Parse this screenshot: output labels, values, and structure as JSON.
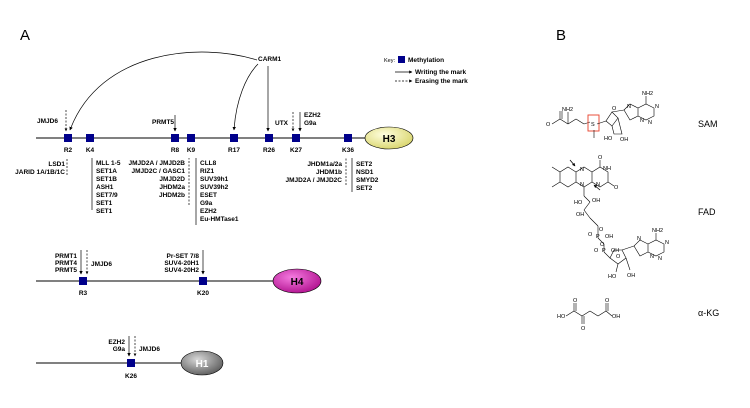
{
  "panel_a": "A",
  "panel_b": "B",
  "key": {
    "title": "Key:",
    "methylation": "Methylation",
    "writing": "Writing the mark",
    "erasing": "Erasing the mark",
    "methylation_color": "#00008b"
  },
  "carm1": "CARM1",
  "h3": {
    "name": "H3",
    "color": "#f0ee9a",
    "sites": [
      "R2",
      "K4",
      "R8",
      "K9",
      "R17",
      "R26",
      "K27",
      "K36"
    ],
    "above": {
      "jmjd6": "JMJD6",
      "prmt5": "PRMT5",
      "utx": "UTX",
      "ezh2": [
        "EZH2",
        "G9a"
      ]
    },
    "below": {
      "r2": [
        "LSD1",
        "JARID 1A/1B/1C"
      ],
      "k4": [
        "MLL 1-5",
        "SET1A",
        "SET1B",
        "ASH1",
        "SET7/9",
        "SET1",
        "SET1"
      ],
      "k9_erasers": [
        "JMJD2A / JMJD2B",
        "JMJD2C / GASC1",
        "JMJD2D",
        "JHDM2a",
        "JHDM2b"
      ],
      "k9_writers": [
        "CLL8",
        "RIZ1",
        "SUV39h1",
        "SUV39h2",
        "ESET",
        "G9a",
        "EZH2",
        "Eu-HMTase1"
      ],
      "k36_erasers": [
        "JHDM1a/2a",
        "JHDM1b",
        "JMJD2A / JMJD2C"
      ],
      "k36_writers": [
        "SET2",
        "NSD1",
        "SMYD2",
        "SET2"
      ]
    }
  },
  "h4": {
    "name": "H4",
    "color": "#d81fb0",
    "sites": [
      "R3",
      "K20"
    ],
    "r3_writers": [
      "PRMT1",
      "PRMT4",
      "PRMT5"
    ],
    "r3_eraser": "JMJD6",
    "k20_writers": [
      "Pr-SET 7/8",
      "SUV4-20H1",
      "SUV4-20H2"
    ]
  },
  "h1": {
    "name": "H1",
    "color": "#8a8a8a",
    "sites": [
      "K26"
    ],
    "writers": [
      "EZH2",
      "G9a"
    ],
    "eraser": "JMJD6"
  },
  "cofactors": {
    "sam": "SAM",
    "fad": "FAD",
    "akg": "α-KG",
    "sam_atoms": [
      "O",
      "NH2",
      "S",
      "O",
      "N",
      "N",
      "NH2",
      "N",
      "N",
      "HO",
      "OH"
    ],
    "fad_atoms": [
      "O",
      "N",
      "NH",
      "N",
      "N",
      "O",
      "HO",
      "OH",
      "OH",
      "O",
      "P",
      "O",
      "OH",
      "O",
      "P",
      "O",
      "OH",
      "O",
      "N",
      "N",
      "NH2",
      "N",
      "N",
      "HO",
      "OH"
    ],
    "akg_atoms": [
      "HO",
      "O",
      "O",
      "OH",
      "O"
    ],
    "highlight_color": "#e8402a"
  }
}
